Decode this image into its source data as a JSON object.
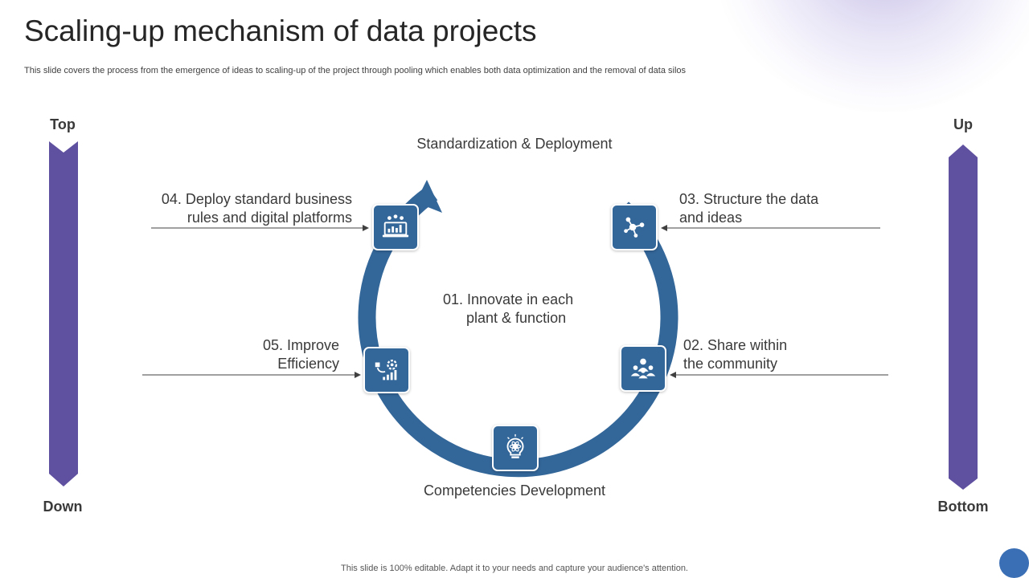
{
  "slide": {
    "title": "Scaling-up mechanism of data projects",
    "subtitle": "This slide covers the process from the emergence of ideas to scaling-up of the project through pooling which enables both data optimization and the removal of data silos",
    "footer": "This slide is 100% editable. Adapt it to your needs and capture your audience's attention."
  },
  "left_bar": {
    "top_label": "Top",
    "bottom_label": "Down"
  },
  "right_bar": {
    "top_label": "Up",
    "bottom_label": "Bottom"
  },
  "cycle": {
    "top_label": "Standardization & Deployment",
    "bottom_label": "Competencies Development",
    "center": {
      "line1": "01. Innovate in each",
      "line2": "plant & function"
    },
    "steps": [
      {
        "line1": "02. Share within",
        "line2": "the community",
        "icon": "community-icon"
      },
      {
        "line1": "03. Structure the data",
        "line2": "and ideas",
        "icon": "network-icon"
      },
      {
        "line1": "04. Deploy standard business",
        "line2": "rules and digital platforms",
        "icon": "platform-icon"
      },
      {
        "line1": "05. Improve",
        "line2": "Efficiency",
        "icon": "efficiency-icon"
      }
    ],
    "bottom_icon": "lightbulb-icon"
  },
  "colors": {
    "ring": "#336699",
    "side_bar": "#6050a0",
    "connector": "#404040",
    "corner_dot": "#3b6fb5"
  }
}
